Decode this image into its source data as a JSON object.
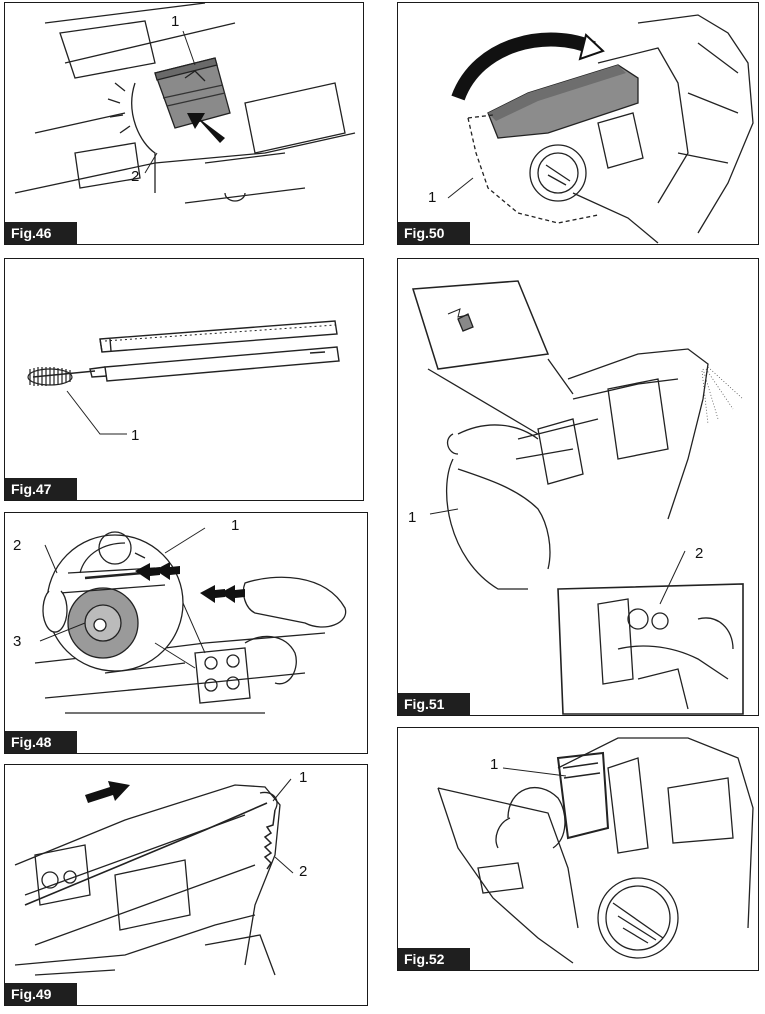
{
  "figures": [
    {
      "label": "Fig.46",
      "callouts": [
        "1",
        "2"
      ]
    },
    {
      "label": "Fig.47",
      "callouts": [
        "1"
      ]
    },
    {
      "label": "Fig.48",
      "callouts": [
        "1",
        "2",
        "3"
      ]
    },
    {
      "label": "Fig.49",
      "callouts": [
        "1",
        "2"
      ]
    },
    {
      "label": "Fig.50",
      "callouts": [
        "1"
      ]
    },
    {
      "label": "Fig.51",
      "callouts": [
        "1",
        "2"
      ]
    },
    {
      "label": "Fig.52",
      "callouts": [
        "1"
      ]
    }
  ]
}
